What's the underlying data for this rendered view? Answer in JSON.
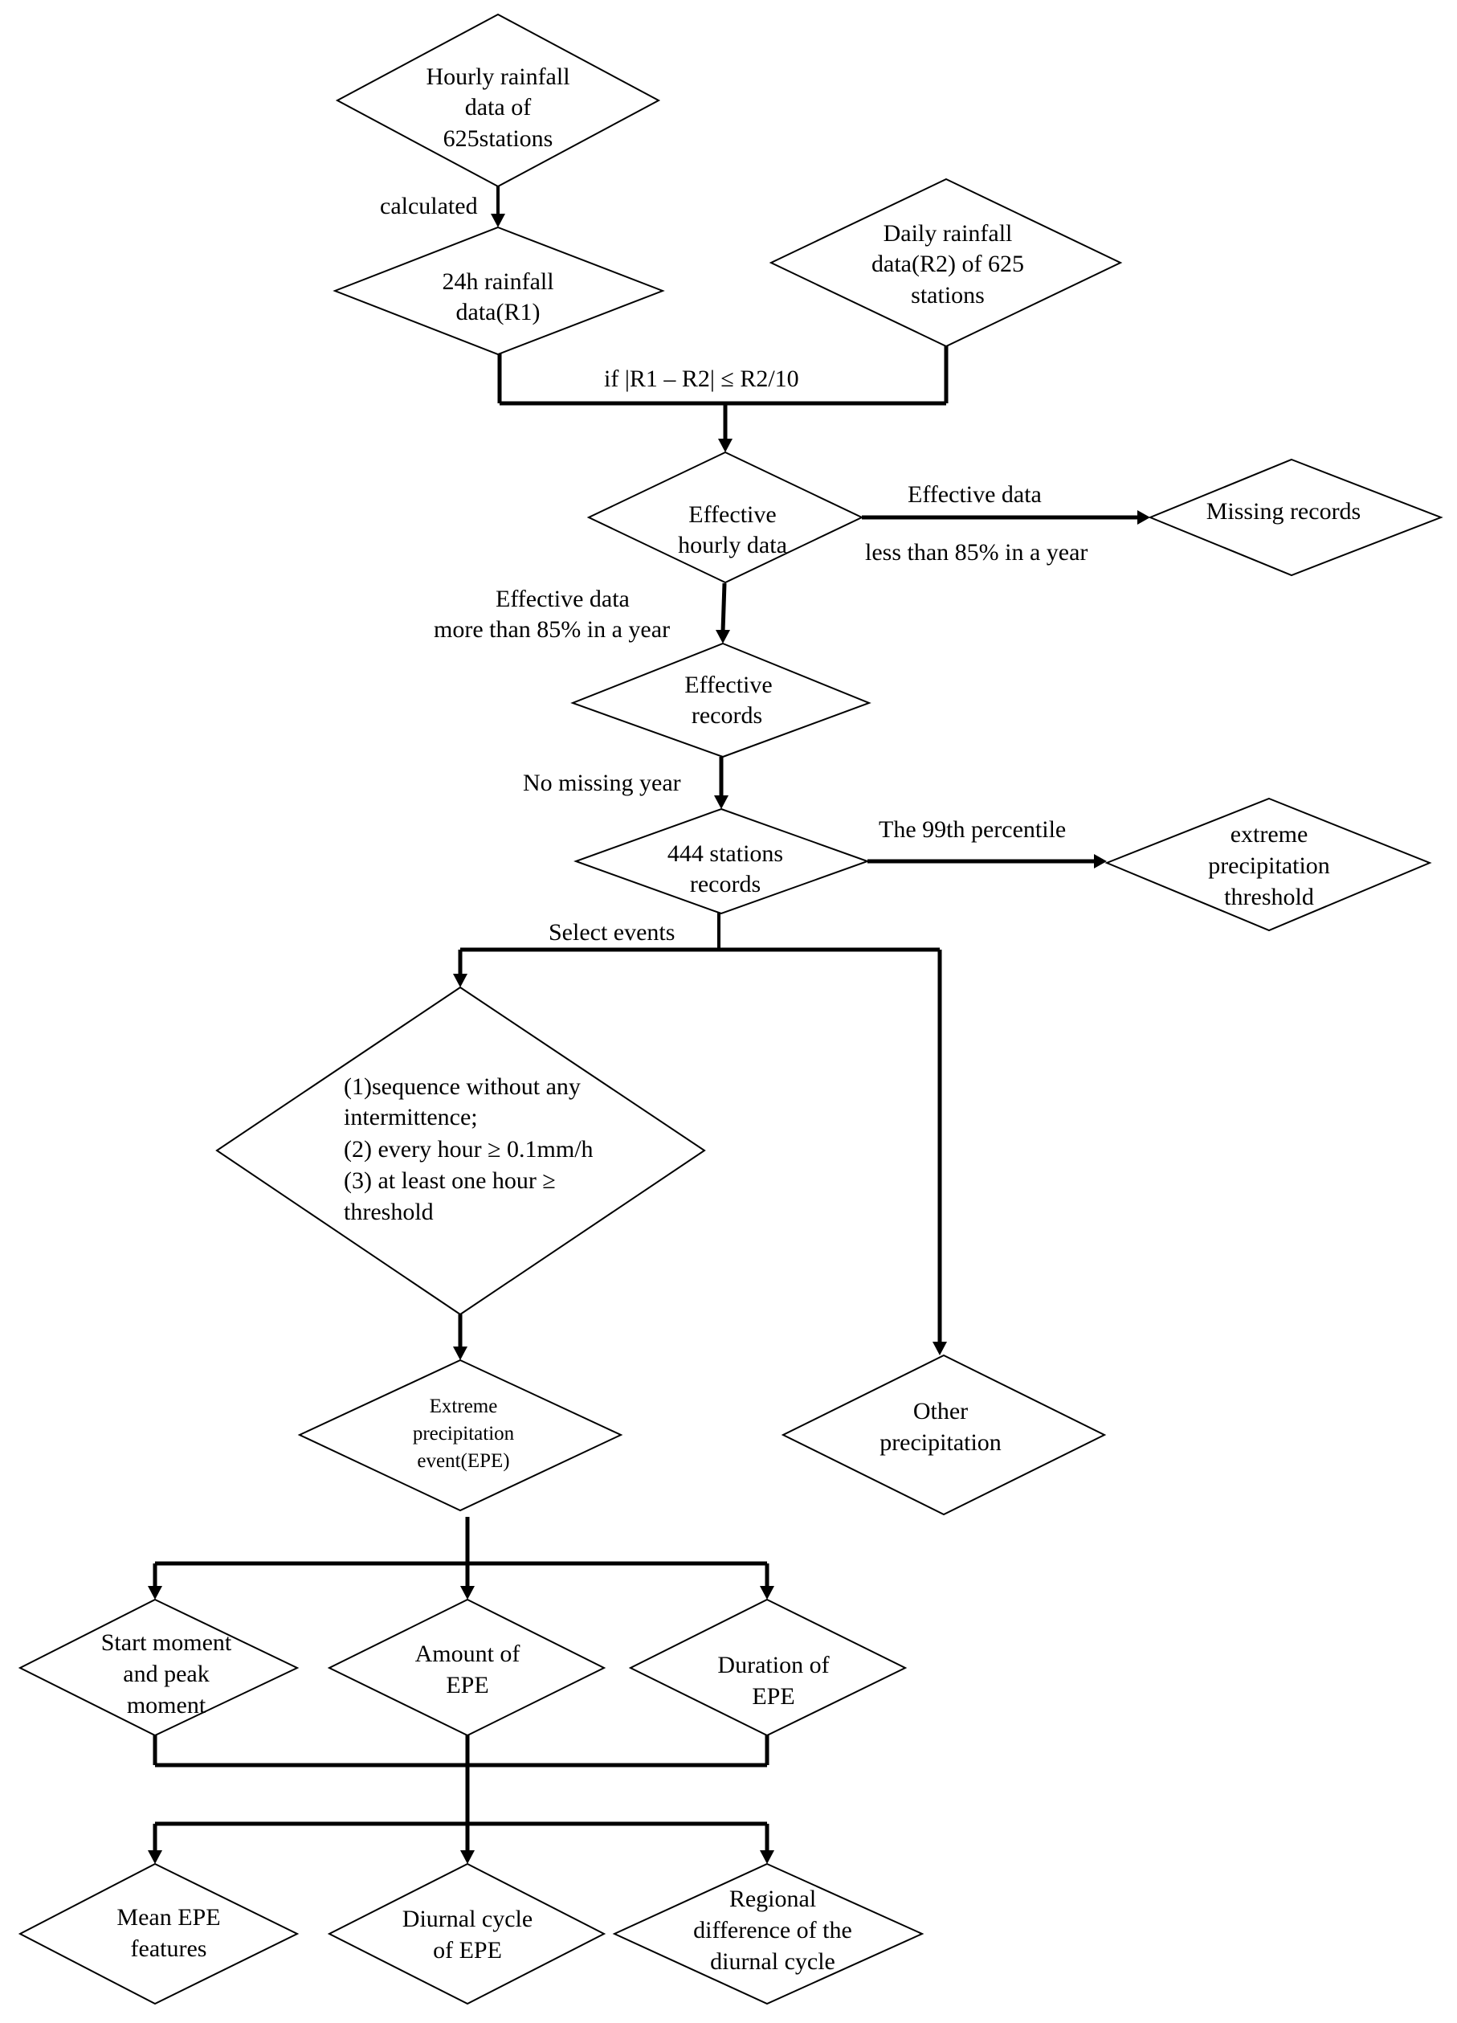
{
  "nodes": {
    "hourly_data": [
      "Hourly rainfall",
      "data of",
      "625stations"
    ],
    "rain24": [
      "24h rainfall",
      "data(R1)"
    ],
    "daily_data": [
      "Daily rainfall",
      "data(R2) of 625",
      "stations"
    ],
    "effective_hourly": [
      "Effective",
      "hourly data"
    ],
    "missing_records": [
      "Missing records"
    ],
    "effective_records": [
      "Effective",
      "records"
    ],
    "stations444": [
      "444 stations",
      "records"
    ],
    "threshold": [
      "extreme",
      "precipitation",
      "threshold"
    ],
    "criteria": [
      "(1)sequence without any",
      "intermittence;",
      "(2) every hour ≥ 0.1mm/h",
      "(3) at least one hour ≥",
      "threshold"
    ],
    "epe": [
      "Extreme",
      "precipitation",
      "event(EPE)"
    ],
    "other_precip": [
      "Other",
      "precipitation"
    ],
    "start_peak": [
      "Start moment",
      "and peak",
      "moment"
    ],
    "amount": [
      "Amount of",
      "EPE"
    ],
    "duration": [
      "Duration of",
      "EPE"
    ],
    "mean_features": [
      "Mean EPE",
      "features"
    ],
    "diurnal_cycle": [
      "Diurnal cycle",
      "of EPE"
    ],
    "regional_diff": [
      "Regional",
      "difference of the",
      "diurnal cycle"
    ]
  },
  "edge_labels": {
    "calculated": "calculated",
    "condition": "if |R1 – R2| ≤ R2/10",
    "effective_data_top": "Effective data",
    "effective_data_bottom": "less than 85%  in a year",
    "more_than_line1": "Effective data",
    "more_than_line2": "more than 85% in a year",
    "no_missing": "No missing year",
    "percentile": "The 99th percentile",
    "select_events": "Select  events"
  }
}
